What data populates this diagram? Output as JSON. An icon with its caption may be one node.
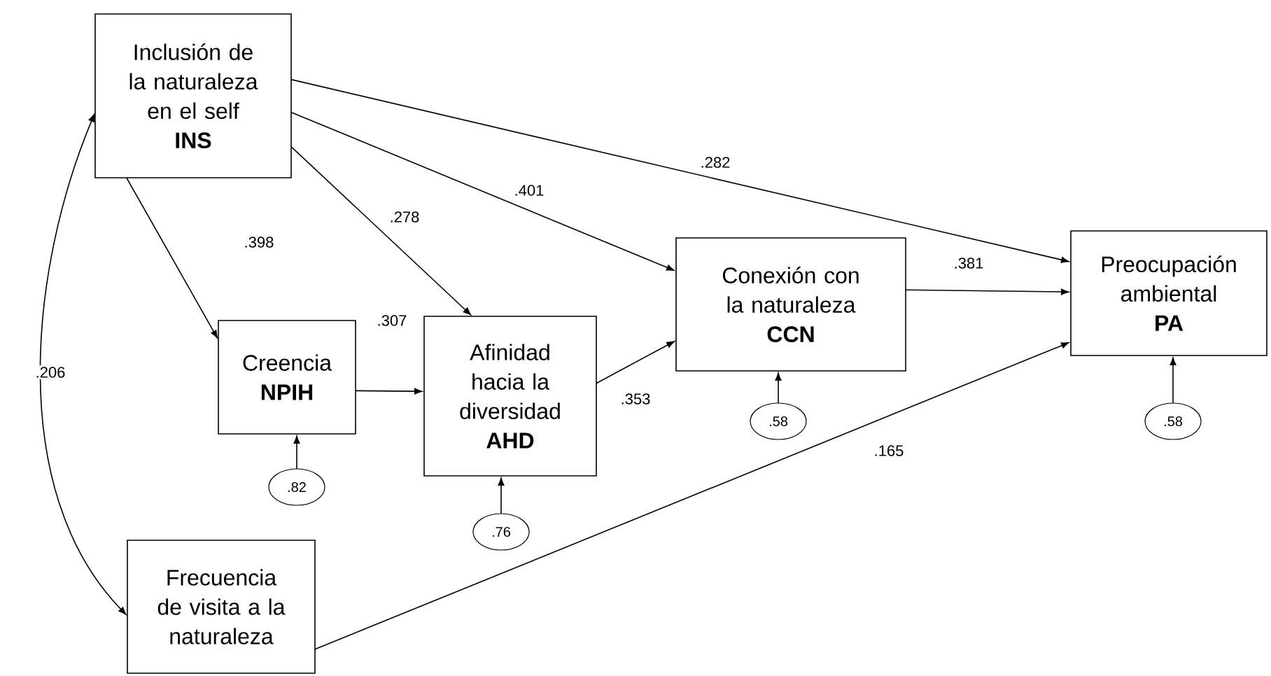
{
  "diagram": {
    "nodes": [
      {
        "text": [
          "Inclusión de la naturaleza en el self",
          "INS"
        ]
      },
      {
        "text": [
          "Creencia",
          "NPIH"
        ]
      },
      {
        "text": [
          "Afinidad hacia la diversidad",
          "AHD"
        ]
      },
      {
        "text": [
          "Conexión con la naturaleza",
          "CCN"
        ]
      },
      {
        "text": [
          "Preocupación ambiental",
          "PA"
        ]
      },
      {
        "text": [
          "Frecuencia de visita a la naturaleza"
        ]
      },
      {
        "text": [
          ".82"
        ]
      },
      {
        "text": [
          ".76"
        ]
      },
      {
        "text": [
          ".58"
        ]
      },
      {
        "text": [
          ".58"
        ]
      }
    ],
    "edges": [
      {
        "from": 0,
        "to": 1,
        "arrow": "to",
        "label": ".398"
      },
      {
        "from": 0,
        "to": 2,
        "arrow": "to",
        "label": ".278"
      },
      {
        "from": 0,
        "to": 3,
        "arrow": "to",
        "label": ".401"
      },
      {
        "from": 0,
        "to": 4,
        "arrow": "to",
        "label": ".282"
      },
      {
        "from": 1,
        "to": 2,
        "arrow": "to",
        "label": ".307"
      },
      {
        "from": 2,
        "to": 3,
        "arrow": "to",
        "label": ".353"
      },
      {
        "from": 3,
        "to": 4,
        "arrow": "to",
        "label": ".381"
      },
      {
        "from": 5,
        "to": 4,
        "arrow": "to",
        "label": ".165"
      },
      {
        "from": 0,
        "to": 5,
        "arrow": "both",
        "label": ".206"
      },
      {
        "from": 6,
        "to": 1,
        "arrow": "to"
      },
      {
        "from": 7,
        "to": 2,
        "arrow": "to"
      },
      {
        "from": 8,
        "to": 3,
        "arrow": "to"
      },
      {
        "from": 9,
        "to": 4,
        "arrow": "to"
      }
    ]
  }
}
